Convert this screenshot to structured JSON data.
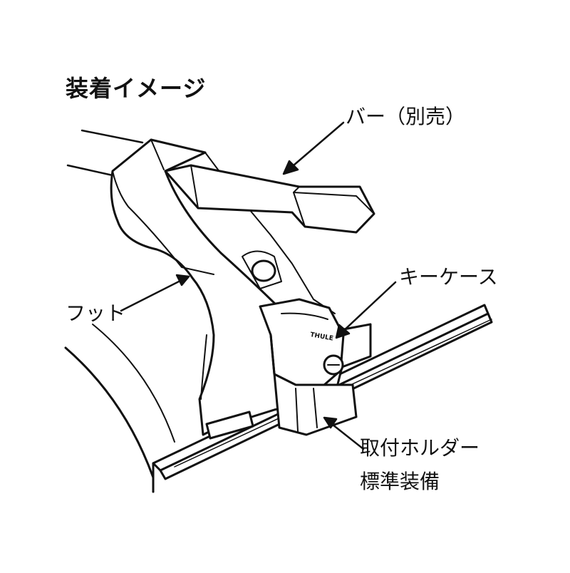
{
  "title": "装着イメージ",
  "labels": {
    "bar": "バー（別売）",
    "foot": "フット",
    "key_case": "キーケース",
    "holder": "取付ホルダー",
    "holder_sub": "標準装備"
  },
  "logo_text": "THULE",
  "colors": {
    "line": "#111111",
    "fill": "#ffffff",
    "background": "#ffffff"
  }
}
